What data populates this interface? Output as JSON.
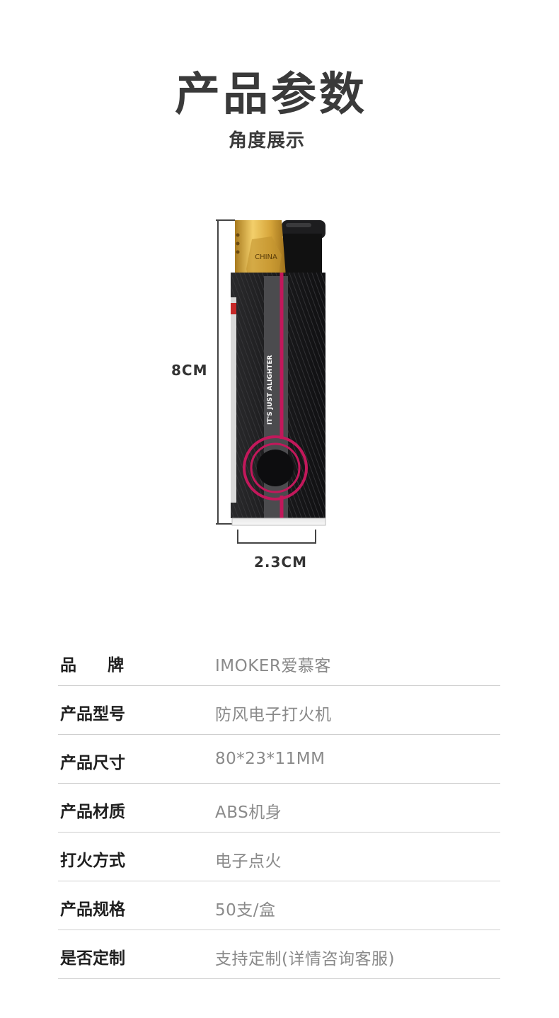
{
  "header": {
    "title": "产品参数",
    "subtitle": "角度展示"
  },
  "product": {
    "print_text": "IT'S JUST ALIGHTER",
    "cap_text": "CHINA",
    "dimensions": {
      "height_label": "8CM",
      "width_label": "2.3CM"
    },
    "colors": {
      "body": "#1c1c1e",
      "accent": "#c2185b",
      "gold": "#d4a536",
      "stripe": "#4a4a4a"
    }
  },
  "specs": [
    {
      "label": "品牌",
      "value": "IMOKER爱慕客"
    },
    {
      "label": "产品型号",
      "value": "防风电子打火机"
    },
    {
      "label": "产品尺寸",
      "value": "80*23*11MM"
    },
    {
      "label": "产品材质",
      "value": "ABS机身"
    },
    {
      "label": "打火方式",
      "value": "电子点火"
    },
    {
      "label": "产品规格",
      "value": "50支/盒"
    },
    {
      "label": "是否定制",
      "value": "支持定制(详情咨询客服)"
    }
  ]
}
